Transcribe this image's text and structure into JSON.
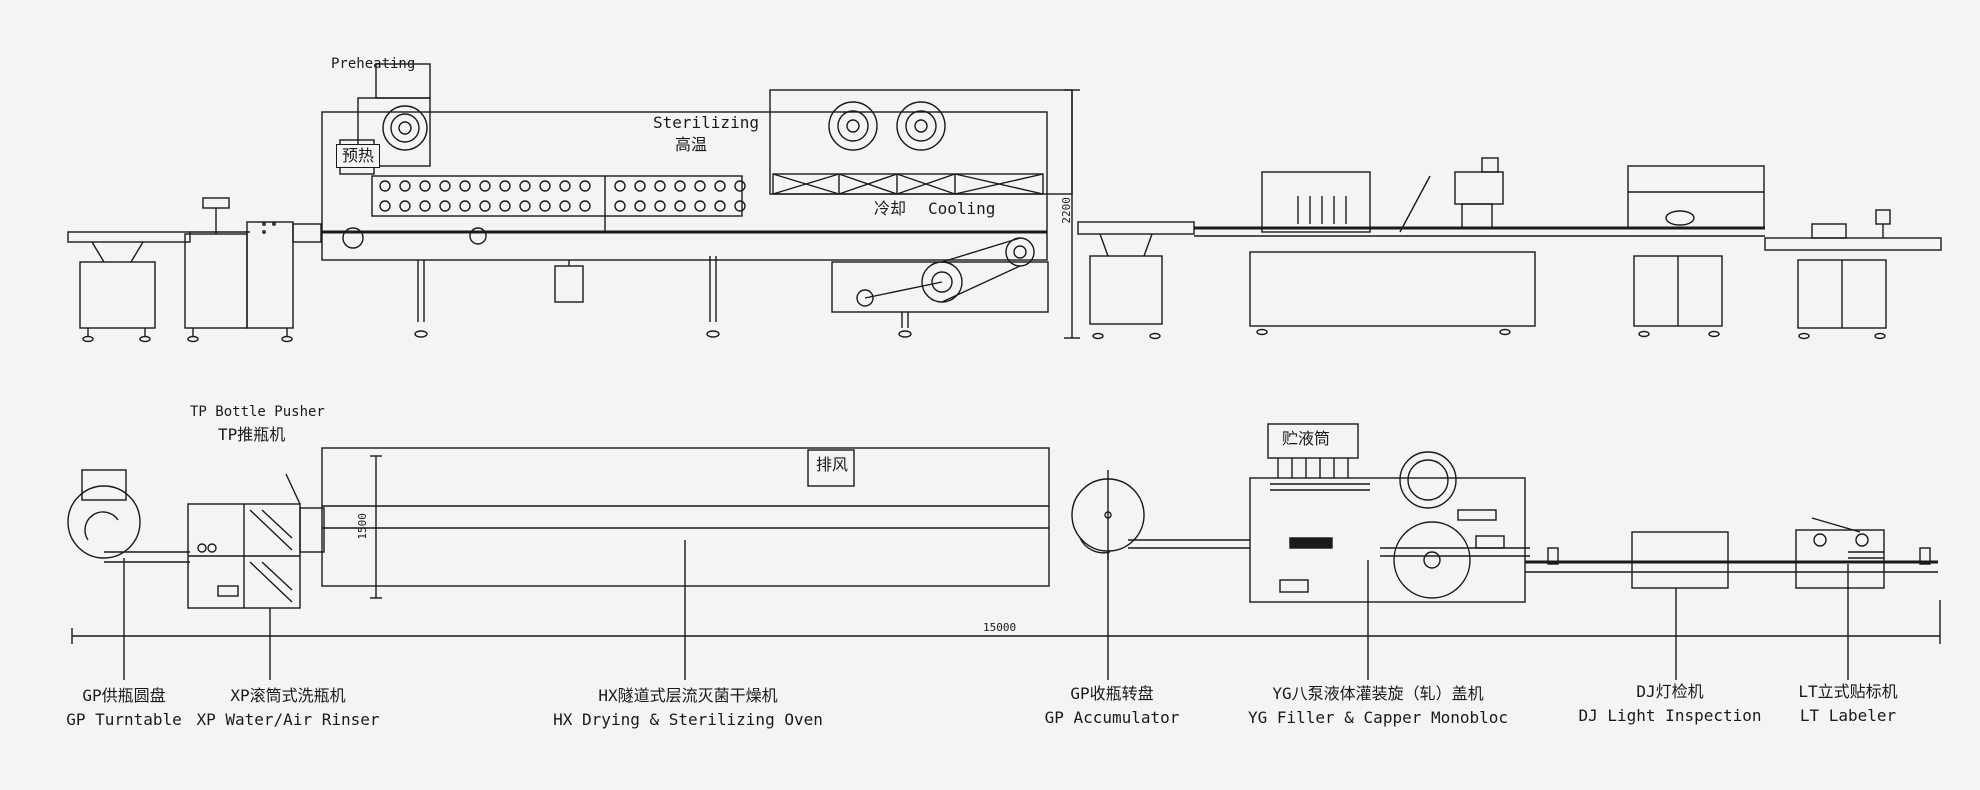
{
  "upper_view": {
    "preheating_en": "Preheating",
    "preheating_cn": "预热",
    "sterilizing_en": "Sterilizing",
    "sterilizing_cn": "高温",
    "cooling_cn": "冷却",
    "cooling_en": "Cooling",
    "height_dimension": "2200"
  },
  "lower_view": {
    "pusher_en": "TP Bottle Pusher",
    "pusher_cn": "TP推瓶机",
    "exhaust": "排风",
    "tank": "贮液筒",
    "width_dimension": "1500",
    "overall_length": "15000"
  },
  "machines": [
    {
      "cn": "GP供瓶圆盘",
      "en": "GP Turntable"
    },
    {
      "cn": "XP滚筒式洗瓶机",
      "en": "XP Water/Air Rinser"
    },
    {
      "cn": "HX隧道式层流灭菌干燥机",
      "en": "HX Drying & Sterilizing Oven"
    },
    {
      "cn": "GP收瓶转盘",
      "en": "GP Accumulator"
    },
    {
      "cn": "YG八泵液体灌装旋（轧）盖机",
      "en": "YG Filler & Capper Monobloc"
    },
    {
      "cn": "DJ灯检机",
      "en": "DJ Light Inspection"
    },
    {
      "cn": "LT立式贴标机",
      "en": "LT Labeler"
    }
  ],
  "colors": {
    "ink": "#1a1a1a",
    "paper": "#f4f4f2"
  }
}
